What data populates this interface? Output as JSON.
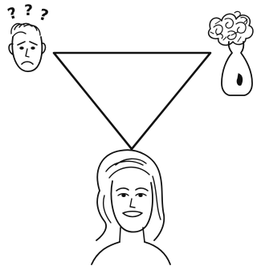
{
  "diagram": {
    "nodes": [
      {
        "id": "confused-person",
        "icon": "confused-man-icon"
      },
      {
        "id": "flower-vase",
        "icon": "flower-vase-icon"
      },
      {
        "id": "woman",
        "icon": "woman-portrait-icon"
      }
    ],
    "connector": "triangle",
    "question_marks": [
      "?",
      "?",
      "?"
    ],
    "colors": {
      "ink": "#111111",
      "background": "#ffffff"
    }
  }
}
